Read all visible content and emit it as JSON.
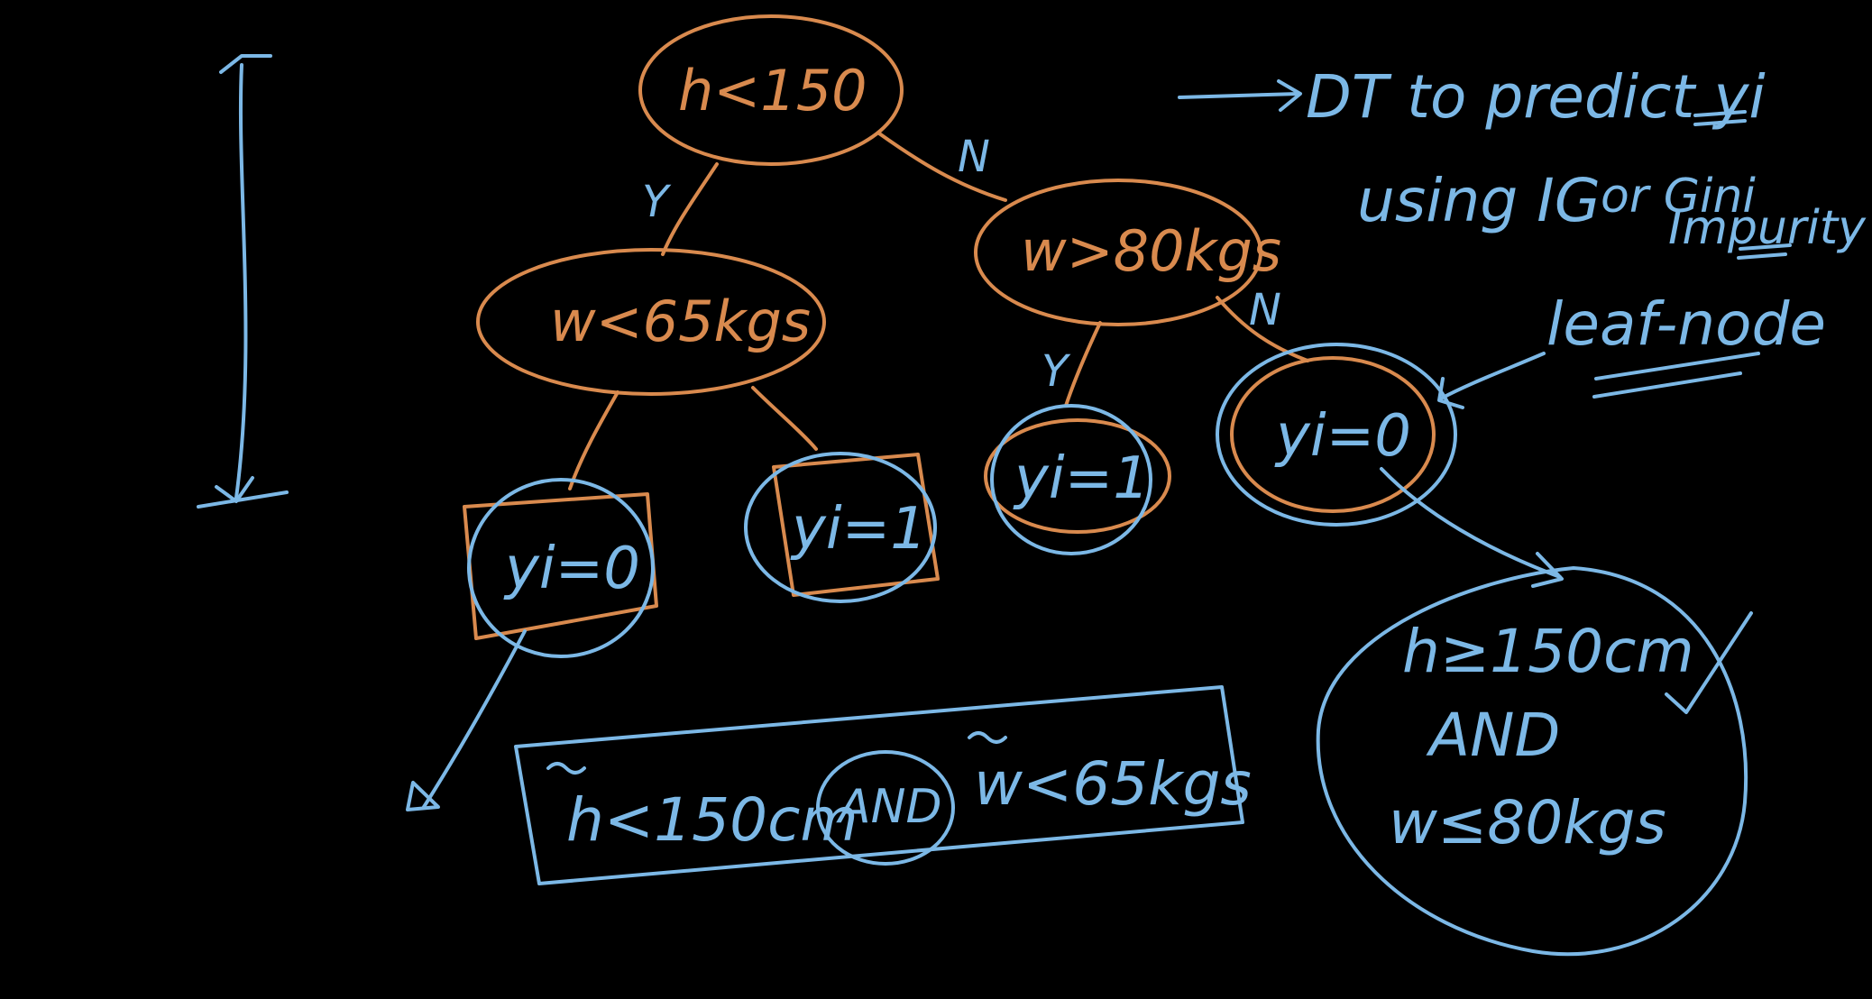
{
  "colors": {
    "background": "#000000",
    "orange_ink": "#d98a4e",
    "blue_ink": "#7cb8e6"
  },
  "tree": {
    "root": "h<150",
    "left_internal": "w<65kgs",
    "right_internal": "w>80kgs",
    "root_yes": "Y",
    "root_no": "N",
    "right_yes": "Y",
    "right_no": "N",
    "leaf_1": "yi=0",
    "leaf_2": "yi=1",
    "leaf_3": "yi=1",
    "leaf_4": "yi=0"
  },
  "notes": {
    "goal_line1": "DT to predict yi",
    "goal_line2_a": "using IG",
    "goal_line2_b": "or Gini",
    "goal_line3": "Impurity",
    "leaf_node_label": "leaf-node"
  },
  "rules": {
    "left_path_h": "h<150cm",
    "left_path_and": "AND",
    "left_path_w": "w<65kgs",
    "right_rule_line1": "h≥150cm",
    "right_rule_line2": "AND",
    "right_rule_line3": "w≤80kgs"
  },
  "marks": {
    "check": "✓"
  }
}
